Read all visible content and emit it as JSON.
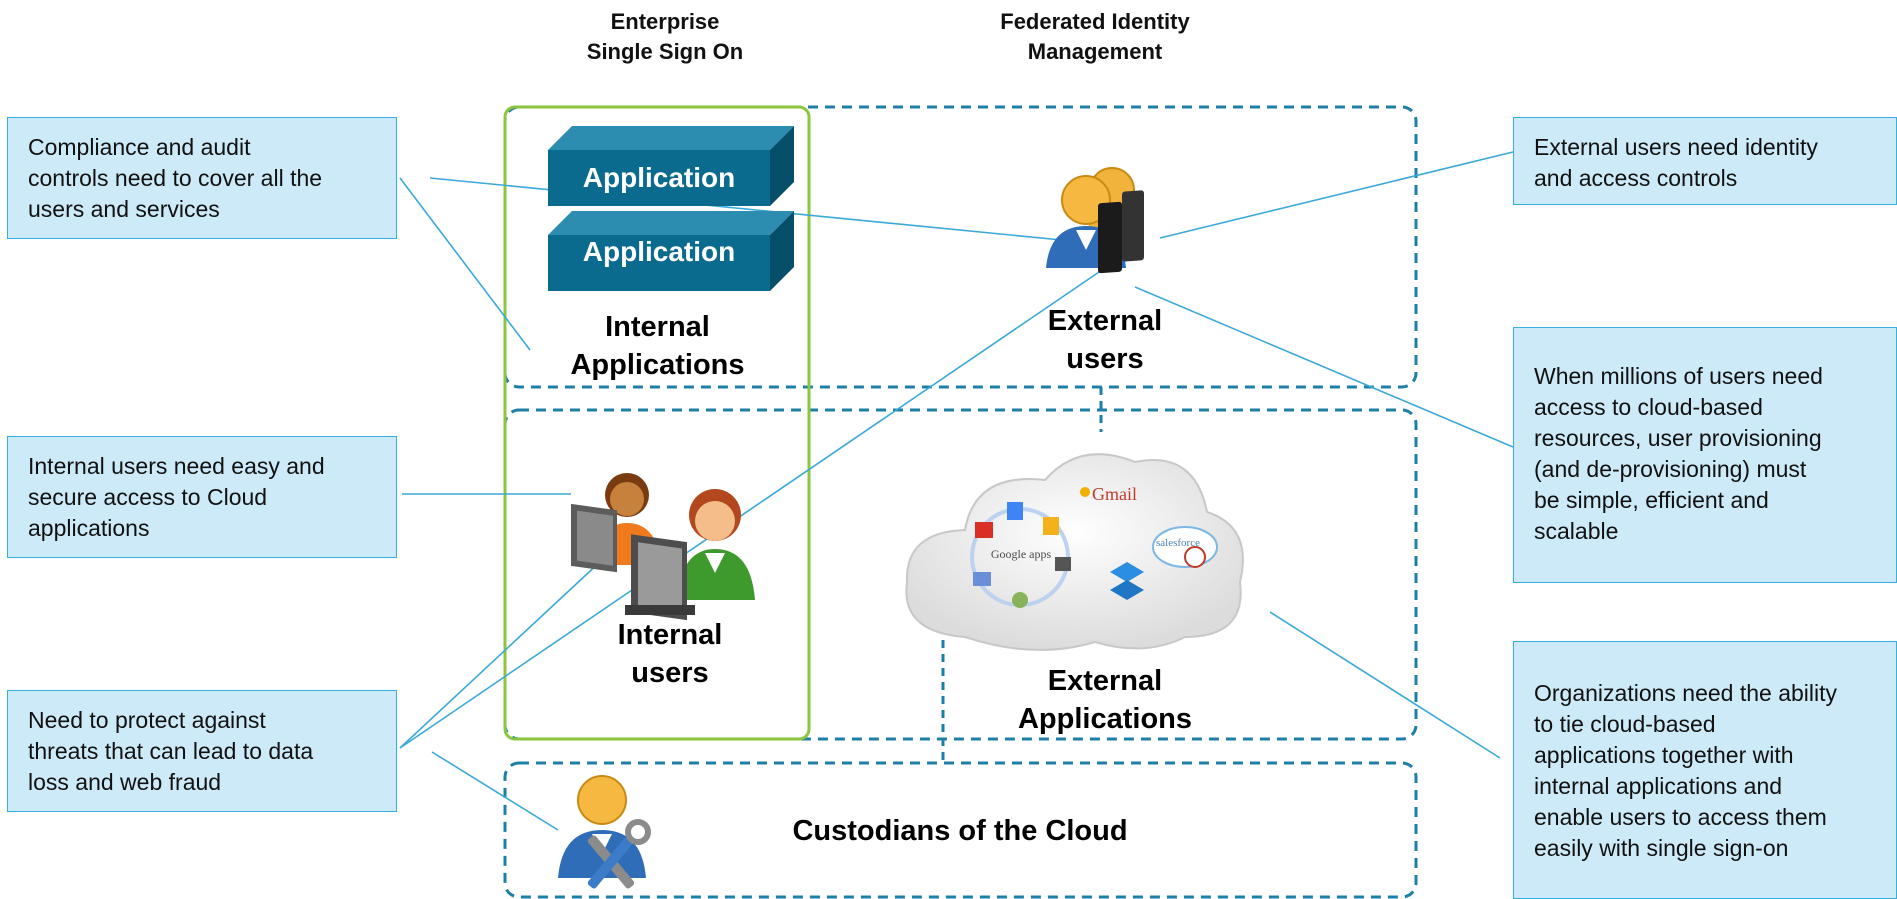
{
  "headers": {
    "sso": [
      "Enterprise",
      "Single Sign On"
    ],
    "fim": [
      "Federated Identity",
      "Management"
    ]
  },
  "callouts": {
    "compliance": [
      "Compliance and audit",
      "controls need to cover all the",
      "users and services"
    ],
    "internal_users_need": [
      "Internal users need easy and",
      "secure access to Cloud",
      "applications"
    ],
    "threats": [
      "Need to protect against",
      "threats that can lead to data",
      "loss and web fraud"
    ],
    "external_users_need": [
      "External users need identity",
      "and access controls"
    ],
    "millions": [
      "When millions of users need",
      "access to cloud-based",
      "resources, user provisioning",
      "(and de-provisioning) must",
      "be simple, efficient and",
      "scalable"
    ],
    "organizations": [
      "Organizations need the ability",
      "to tie cloud-based",
      "applications together with",
      "internal applications and",
      "enable users to access them",
      "easily with single sign-on"
    ]
  },
  "zones": {
    "internal_applications": [
      "Internal",
      "Applications"
    ],
    "external_users": [
      "External",
      "users"
    ],
    "internal_users": [
      "Internal",
      "users"
    ],
    "external_applications": [
      "External",
      "Applications"
    ],
    "custodians": "Custodians of the Cloud"
  },
  "app_blocks": [
    "Application",
    "Application"
  ],
  "cloud_logos": {
    "google_apps": "Google apps",
    "gmail": "Gmail",
    "salesforce": "salesforce"
  },
  "colors": {
    "callout_fill": "#cdeaf8",
    "callout_border": "#38aee3",
    "dashed_border": "#1d7fa6",
    "sso_border": "#8cc63f",
    "connector_line": "#3aa9d9",
    "app_block": "#0b6b8f"
  }
}
